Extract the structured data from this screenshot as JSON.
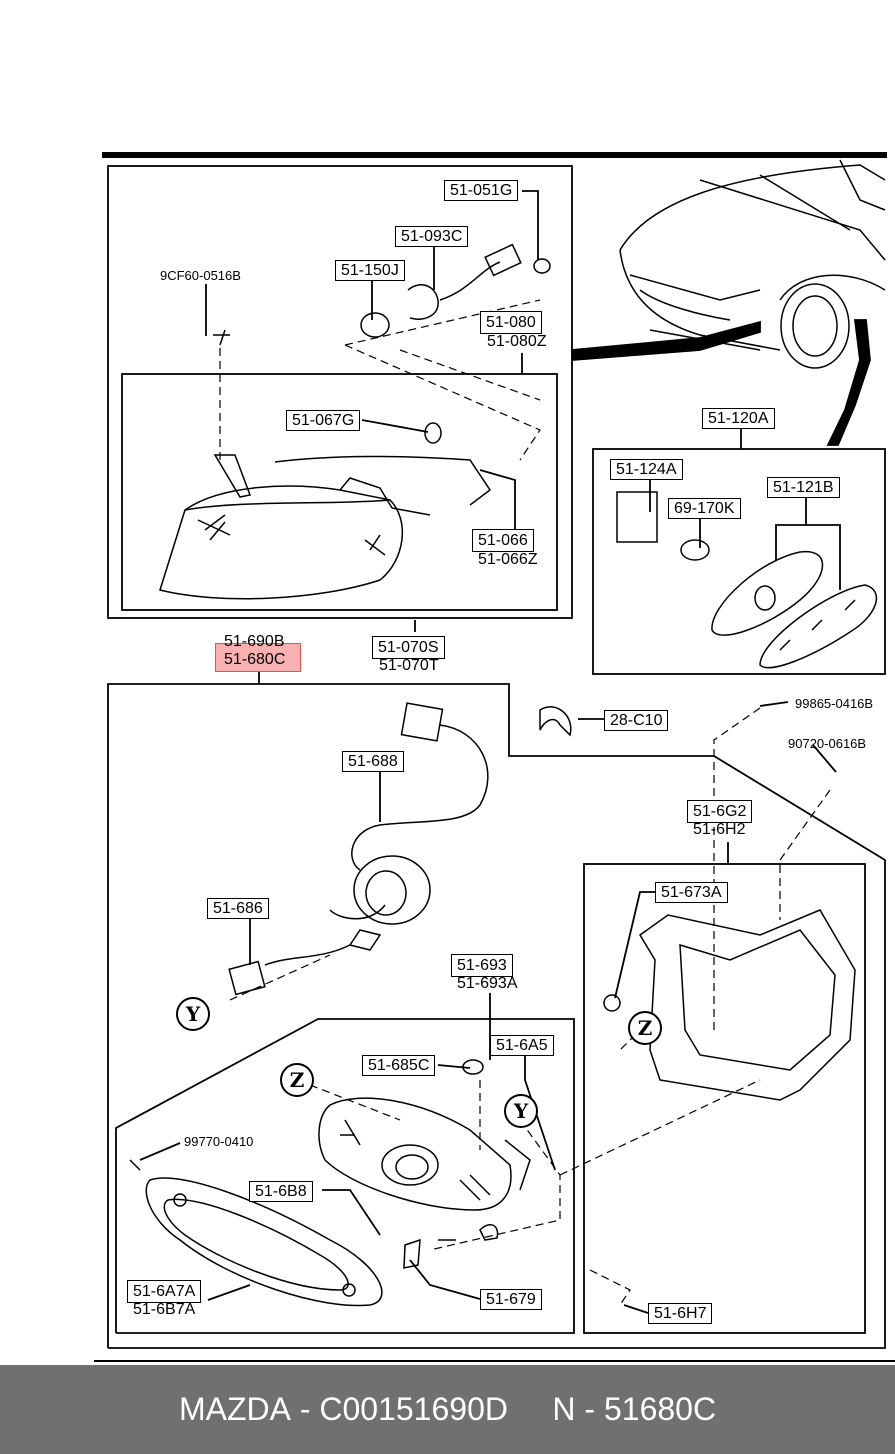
{
  "labels": {
    "p51051G": "51-051G",
    "p51093C": "51-093C",
    "p51150J": "51-150J",
    "p9CF60": "9CF60-0516B",
    "p51080": "51-080",
    "p51080Z": "51-080Z",
    "p51067G": "51-067G",
    "p51066": "51-066",
    "p51066Z": "51-066Z",
    "p51120A": "51-120A",
    "p51124A": "51-124A",
    "p69170K": "69-170K",
    "p51121B": "51-121B",
    "p51690B": "51-690B",
    "p51680C": "51-680C",
    "p51070S": "51-070S",
    "p51070T": "51-070T",
    "p28C10": "28-C10",
    "p99865": "99865-0416B",
    "p90720": "90720-0616B",
    "p51688": "51-688",
    "p516G2": "51-6G2",
    "p516H2": "51-6H2",
    "p51686": "51-686",
    "p51673A": "51-673A",
    "p51693": "51-693",
    "p51693A": "51-693A",
    "p516A5": "51-6A5",
    "p51685C": "51-685C",
    "p99770": "99770-0410",
    "p516B8": "51-6B8",
    "p516A7A": "51-6A7A",
    "p516B7A": "51-6B7A",
    "p51679": "51-679",
    "p516H7": "51-6H7"
  },
  "markers": {
    "y": "Y",
    "z": "Z"
  },
  "footer": {
    "brand": "MAZDA",
    "sep1": " - ",
    "catalog": "C00151690D",
    "gap": "     ",
    "part_prefix": "N",
    "sep2": " - ",
    "part_number": "51680C"
  },
  "highlight_color": "#f05050"
}
